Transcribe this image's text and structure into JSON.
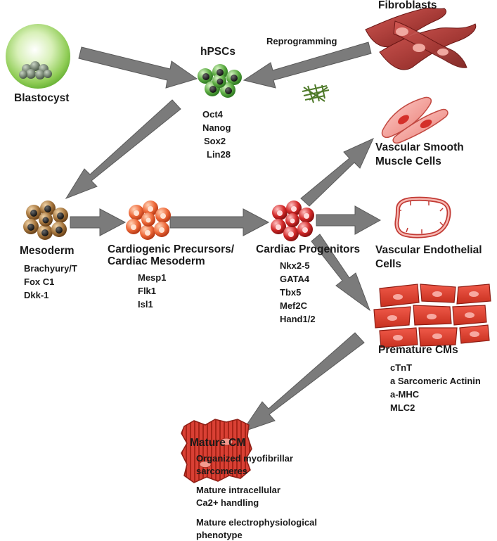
{
  "nodes": {
    "fibroblasts": {
      "title": "Fibroblasts"
    },
    "blastocyst": {
      "title": "Blastocyst"
    },
    "hpscs": {
      "title": "hPSCs",
      "markers": [
        "Oct4",
        "Nanog",
        "Sox2",
        "Lin28"
      ]
    },
    "mesoderm": {
      "title": "Mesoderm",
      "markers": [
        "Brachyury/T",
        "Fox C1",
        "Dkk-1"
      ]
    },
    "cardiogenic": {
      "title_line1": "Cardiogenic Precursors/",
      "title_line2": "Cardiac Mesoderm",
      "markers": [
        "Mesp1",
        "Flk1",
        "Isl1"
      ]
    },
    "cardiac_progenitors": {
      "title": "Cardiac Progenitors",
      "markers": [
        "Nkx2-5",
        "GATA4",
        "Tbx5",
        "Mef2C",
        "Hand1/2"
      ]
    },
    "vsmc": {
      "title_line1": "Vascular Smooth",
      "title_line2": "Muscle Cells"
    },
    "vec": {
      "title_line1": "Vascular Endothelial",
      "title_line2": "Cells"
    },
    "premature_cms": {
      "title": "Premature CMs",
      "markers": [
        "cTnT",
        "a Sarcomeric Actinin",
        "a-MHC",
        "MLC2"
      ]
    },
    "mature_cm": {
      "title": "Mature CM",
      "features": [
        {
          "line1": "Organized myofibrillar",
          "line2": "sarcomeres"
        },
        {
          "line1": "Mature intracellular",
          "line2": "Ca2+ handling"
        },
        {
          "line1": "Mature electrophysiological",
          "line2": "phenotype"
        }
      ]
    }
  },
  "edges": {
    "reprogramming": {
      "label": "Reprogramming"
    }
  },
  "colors": {
    "arrow": "#7b7b7b",
    "arrow_edge": "#5a5a5a",
    "hpsc_green": "#5fae45",
    "mesoderm_brown": "#9a6a35",
    "cardiogenic_orange": "#ef6a3a",
    "progenitor_red": "#d42a2a",
    "fibroblast_red": "#a8322f",
    "cm_red": "#d94034"
  },
  "icons": [
    "blastocyst-icon",
    "cell-cluster-icon",
    "fibroblast-icon",
    "extracellular-matrix-icon",
    "smooth-muscle-cell-icon",
    "endothelial-ring-icon",
    "premature-cm-sheet-icon",
    "mature-cm-icon"
  ]
}
